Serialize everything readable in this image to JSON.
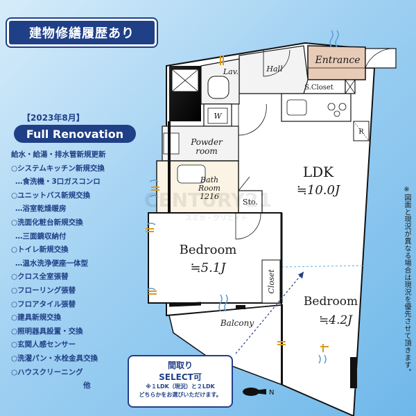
{
  "header": {
    "title": "建物修繕履歴あり"
  },
  "renovation": {
    "date": "【2023年8月】",
    "label": "Full Renovation",
    "items": [
      {
        "text": "給水・給湯・排水管新規更新",
        "indent": false
      },
      {
        "text": "○システムキッチン新規交換",
        "indent": false
      },
      {
        "text": "…食洗機・3口ガスコンロ",
        "indent": true
      },
      {
        "text": "○ユニットバス新規交換",
        "indent": false
      },
      {
        "text": "…浴室乾燥暖房",
        "indent": true
      },
      {
        "text": "○洗面化粧台新規交換",
        "indent": false
      },
      {
        "text": "…三面鏡収納付",
        "indent": true
      },
      {
        "text": "○トイレ新規交換",
        "indent": false
      },
      {
        "text": "…温水洗浄便座一体型",
        "indent": true
      },
      {
        "text": "○クロス全室張替",
        "indent": false
      },
      {
        "text": "○フローリング張替",
        "indent": false
      },
      {
        "text": "○フロアタイル張替",
        "indent": false
      },
      {
        "text": "○建具新規交換",
        "indent": false
      },
      {
        "text": "○照明器具設置・交換",
        "indent": false
      },
      {
        "text": "○玄関人感センサー",
        "indent": false
      },
      {
        "text": "○洗濯パン・水栓金具交換",
        "indent": false
      },
      {
        "text": "○ハウスクリーニング",
        "indent": false
      },
      {
        "text": "他",
        "indent": true
      }
    ]
  },
  "select_box": {
    "line1": "間取り",
    "line2": "SELECT可",
    "line3": "※１LDK（現況）と２LDK",
    "line4": "どちらかをお選びいただけます。"
  },
  "side_note": "※図面と現況が異なる場合は現況を優先させて頂きます。",
  "rooms": {
    "entrance": "Entrance",
    "s_closet": "S.Closet",
    "hall": "Hall",
    "lav": "Lav.",
    "w": "W",
    "powder_1": "Powder",
    "powder_2": "room",
    "bath_1": "Bath",
    "bath_2": "Room",
    "bath_3": "1216",
    "sto": "Sto.",
    "ldk": "LDK",
    "ldk_area": "≒10.0J",
    "r": "R",
    "bed1": "Bedroom",
    "bed1_area": "≒5.1J",
    "closet": "Closet",
    "bed2": "Bedroom",
    "bed2_area": "≒4.2J",
    "balcony": "Balcony",
    "north": "N"
  },
  "watermark": {
    "line1": "CENTURY21",
    "line2": "スミカ・クリエイト"
  },
  "colors": {
    "navy": "#1f3f86",
    "entrance_fill": "#e8cbb7",
    "bath_fill": "#fbf3e3",
    "wall": "#111111"
  }
}
